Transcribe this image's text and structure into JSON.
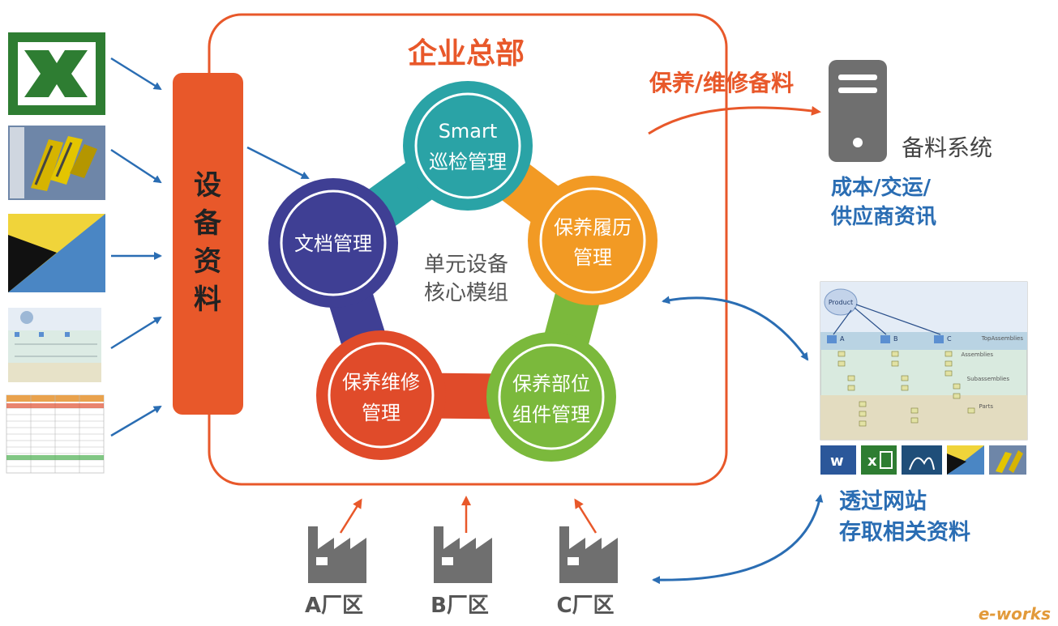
{
  "hq_title": "企业总部",
  "equipment_data": [
    "设",
    "备",
    "资",
    "料"
  ],
  "core": {
    "line1": "单元设备",
    "line2": "核心模组"
  },
  "modules": {
    "smart_inspection": {
      "line1": "Smart",
      "line2": "巡检管理"
    },
    "maintenance_history": {
      "line1": "保养履历",
      "line2": "管理"
    },
    "parts_components": {
      "line1": "保养部位",
      "line2": "组件管理"
    },
    "maintenance_repair": {
      "line1": "保养维修",
      "line2": "管理"
    },
    "document_mgmt": {
      "line1": "文档管理"
    }
  },
  "spare_parts_flow": "保养/维修备料",
  "spare_parts_system": "备料系统",
  "cost_info": {
    "line1": "成本/交运/",
    "line2": "供应商资讯"
  },
  "web_access": {
    "line1": "透过网站",
    "line2": "存取相关资料"
  },
  "factories": [
    "A厂区",
    "B厂区",
    "C厂区"
  ],
  "bom_diagram": {
    "root": "Product",
    "nodes": [
      "A",
      "B",
      "C"
    ],
    "levels": [
      "TopAssemblies",
      "Assemblies",
      "Subassemblies",
      "Parts"
    ]
  },
  "watermark": "e-works",
  "colors": {
    "orange": "#e8582a",
    "hq_border": "#e8582a",
    "blue_arrow": "#2a6db3",
    "teal": "#2aa3a6",
    "yellow_orange": "#f29a24",
    "green": "#7bb93c",
    "red": "#e04b2a",
    "indigo": "#3f3f94",
    "gray": "#6f6f6f"
  }
}
